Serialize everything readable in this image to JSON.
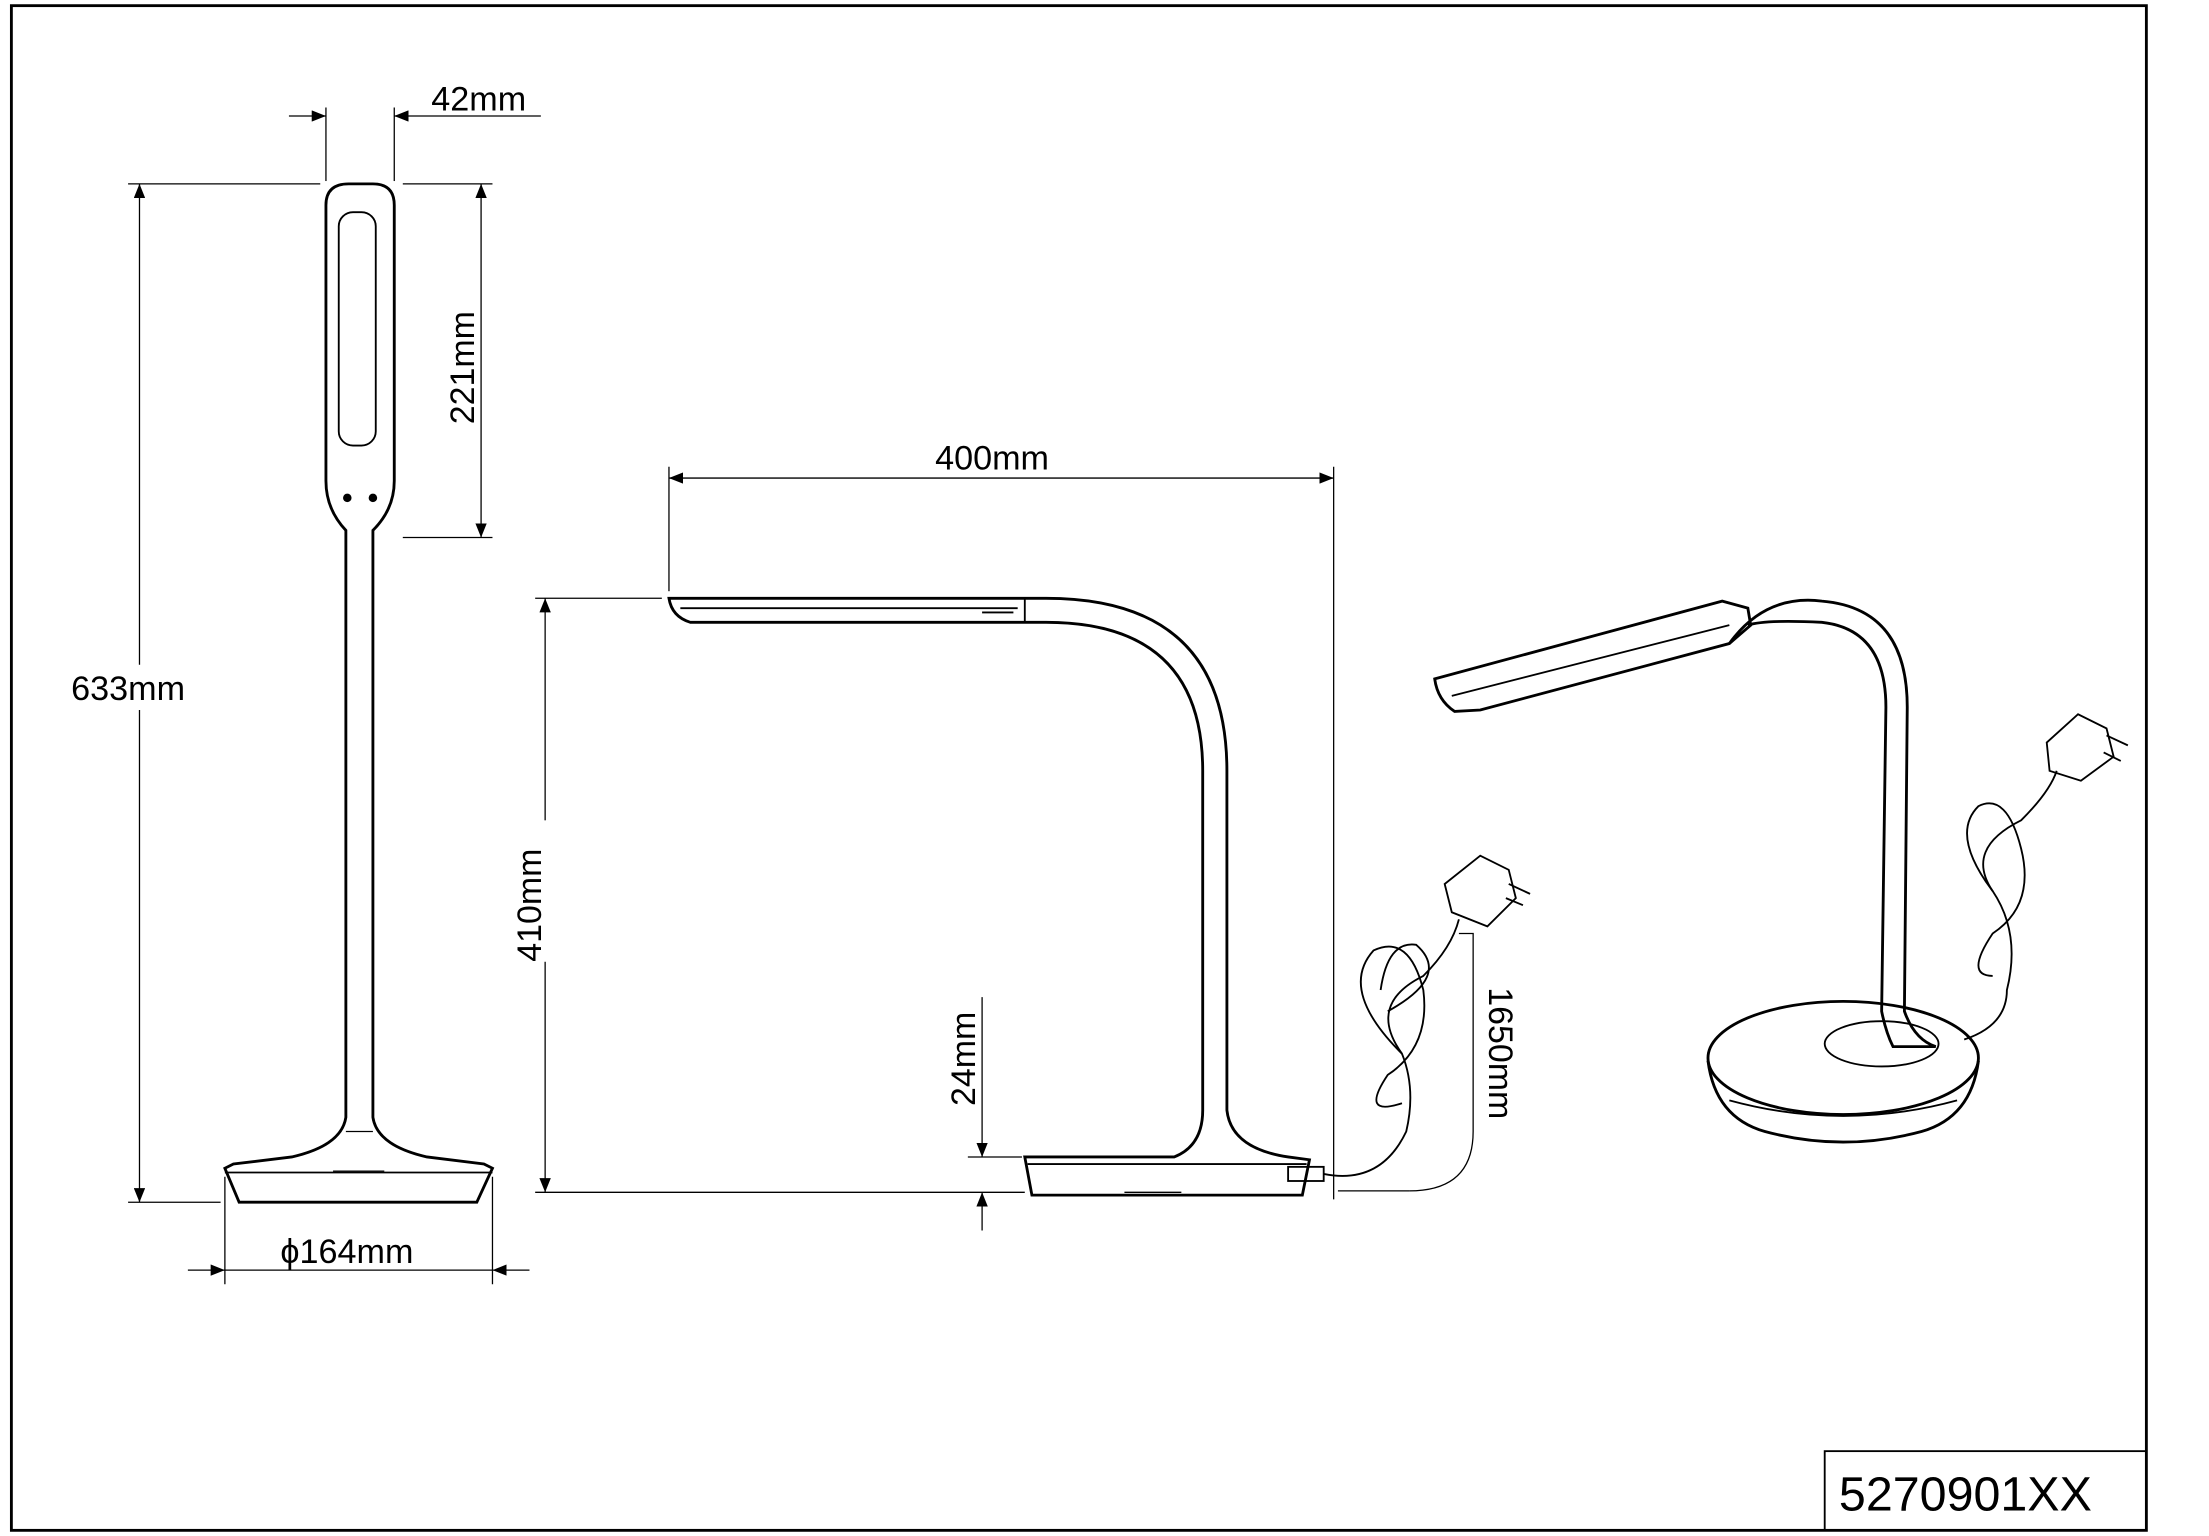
{
  "drawing": {
    "product_code": "5270901XX",
    "front_view": {
      "head_width": "42mm",
      "head_height": "221mm",
      "total_height": "633mm",
      "base_diameter": "ϕ164mm"
    },
    "side_view": {
      "reach": "400mm",
      "height": "410mm",
      "base_height": "24mm",
      "cable_length": "1650mm"
    }
  }
}
